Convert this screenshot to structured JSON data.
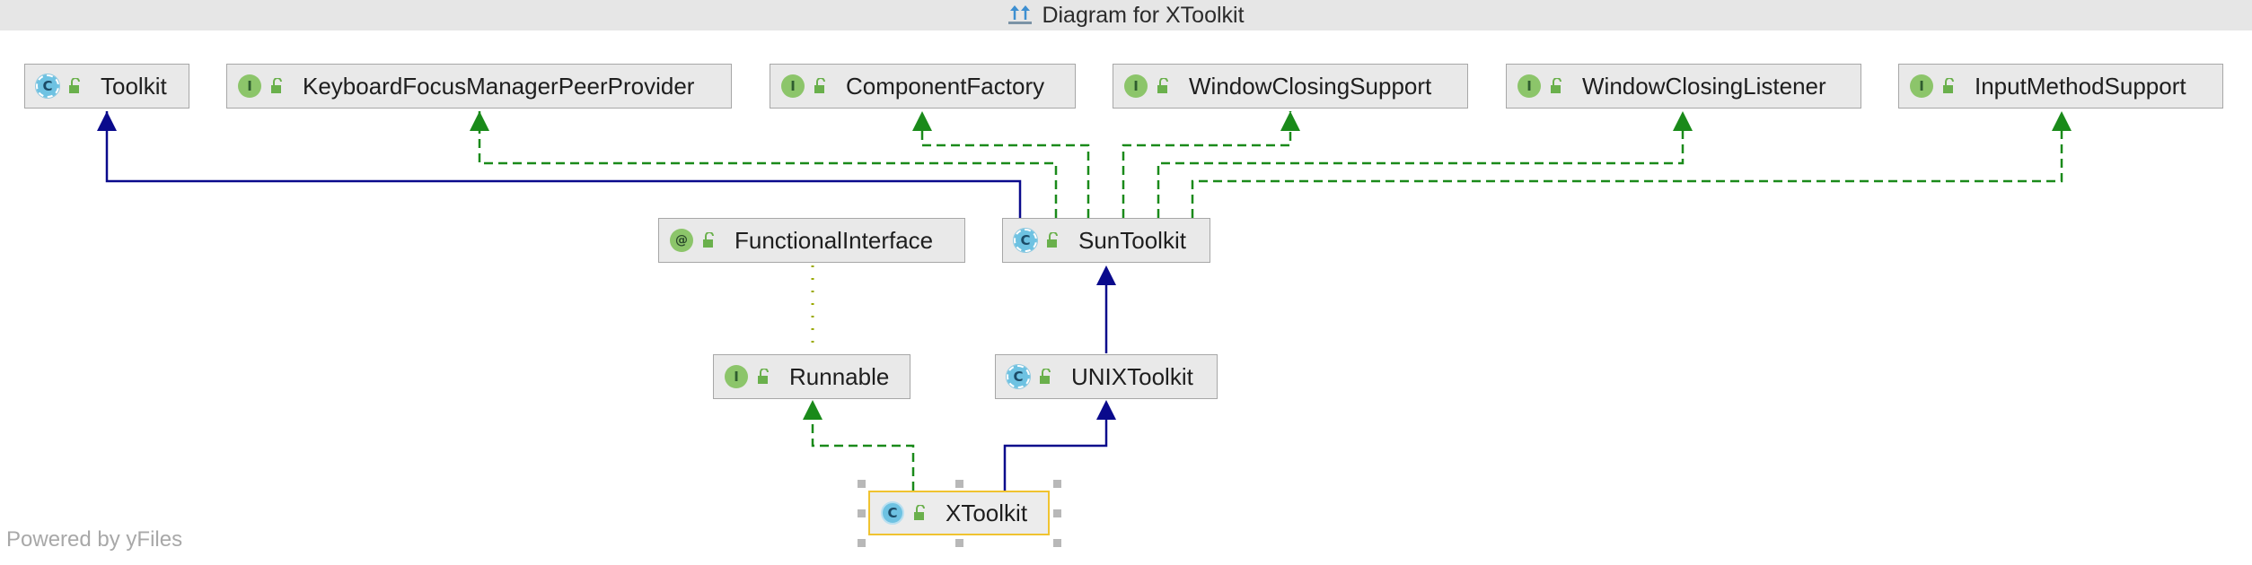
{
  "window": {
    "title": "Diagram for XToolkit",
    "title_icon": "diagram-icon"
  },
  "nodes": {
    "toolkit": {
      "label": "Toolkit",
      "kind": "C"
    },
    "kfmpp": {
      "label": "KeyboardFocusManagerPeerProvider",
      "kind": "I"
    },
    "cf": {
      "label": "ComponentFactory",
      "kind": "I"
    },
    "wcs": {
      "label": "WindowClosingSupport",
      "kind": "I"
    },
    "wcl": {
      "label": "WindowClosingListener",
      "kind": "I"
    },
    "ims": {
      "label": "InputMethodSupport",
      "kind": "I"
    },
    "fi": {
      "label": "FunctionalInterface",
      "kind": "@"
    },
    "sun": {
      "label": "SunToolkit",
      "kind": "C"
    },
    "runnable": {
      "label": "Runnable",
      "kind": "I"
    },
    "unix": {
      "label": "UNIXToolkit",
      "kind": "C"
    },
    "xtoolkit": {
      "label": "XToolkit",
      "kind": "C"
    }
  },
  "colors": {
    "extends": "#0a0a8c",
    "implements": "#1a8a1a",
    "annotation": "#9aa800",
    "selected_border": "#f0c330"
  },
  "footer": {
    "powered": "Powered by yFiles"
  }
}
